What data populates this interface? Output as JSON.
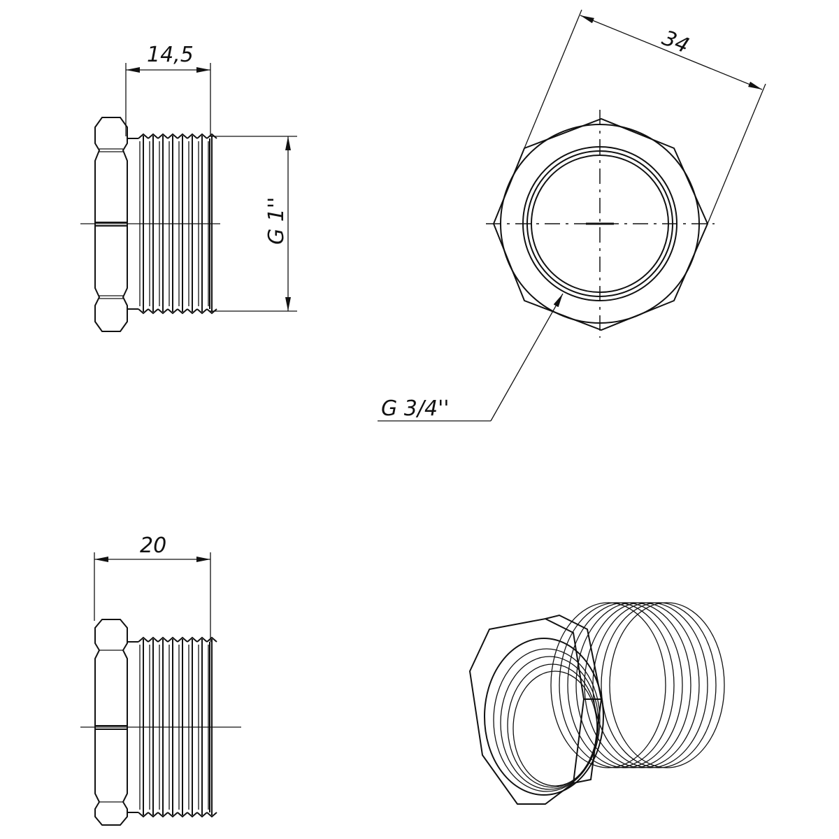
{
  "drawing": {
    "dim_thread_length_top": "14,5",
    "dim_outer_thread": "G 1''",
    "dim_across_flats": "34",
    "dim_inner_thread": "G 3/4''",
    "dim_total_length": "20"
  }
}
